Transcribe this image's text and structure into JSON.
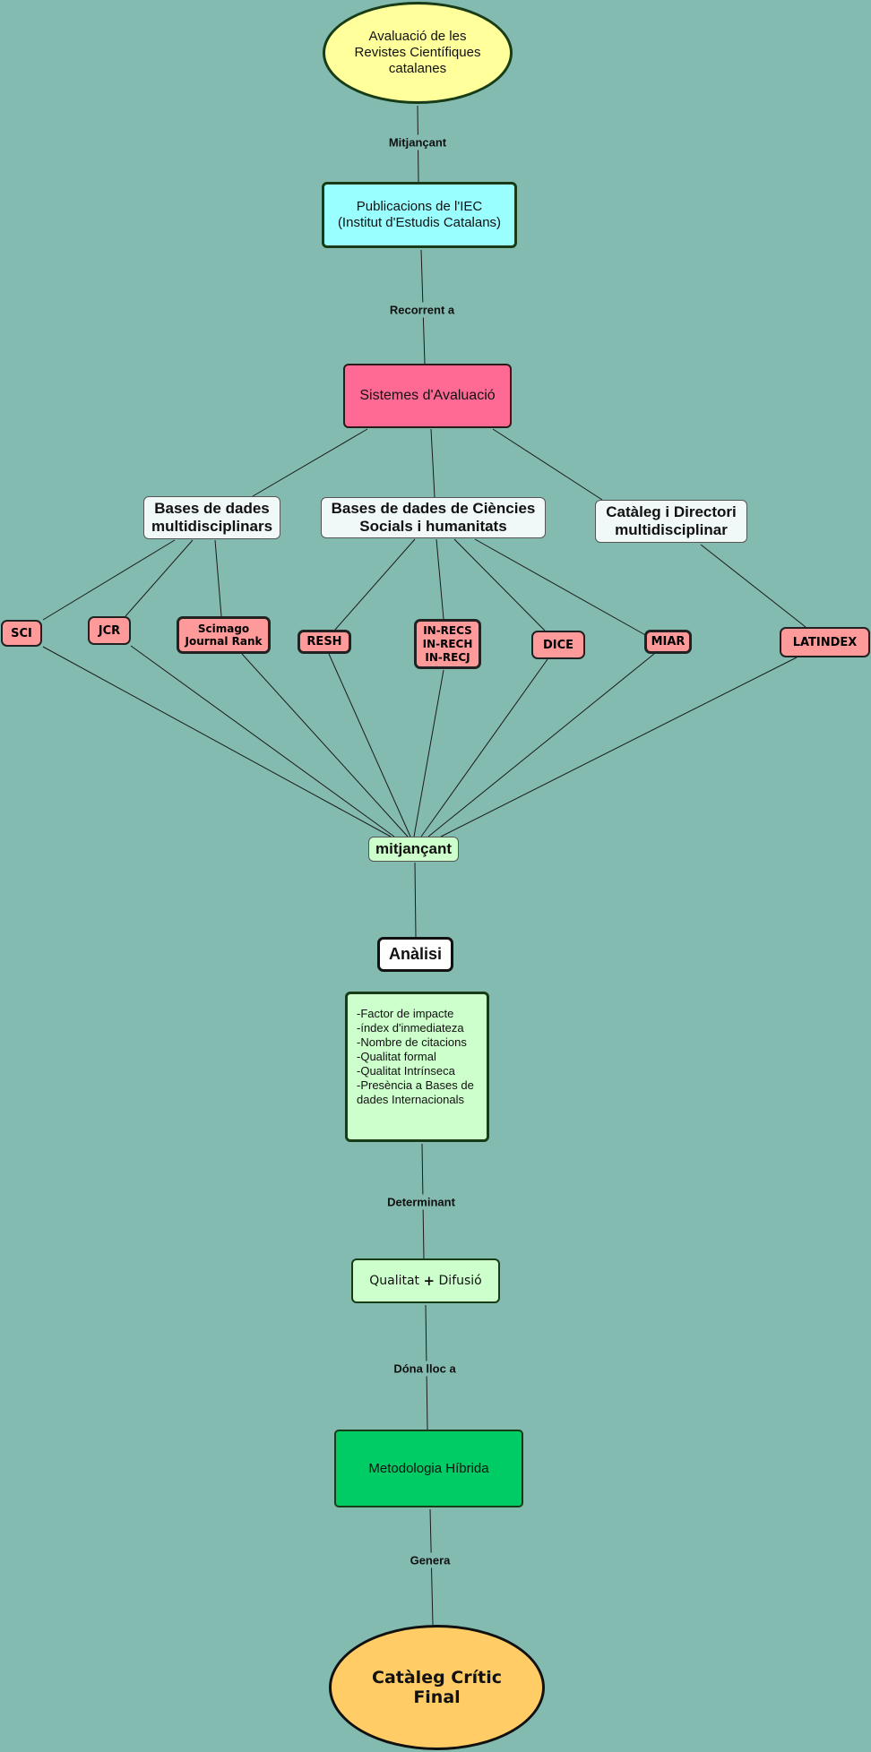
{
  "nodes": {
    "root": "Avaluació de les\nRevistes Científiques\ncatalanes",
    "iec": "Publicacions de l'IEC\n(Institut d'Estudis Catalans)",
    "sistemes": "Sistemes d'Avaluació",
    "multidisc": "Bases de dades\nmultidisciplinars",
    "socials": "Bases de dades de Ciències\nSocials i humanitats",
    "cataleg": "Catàleg i Directori\nmultidisciplinar",
    "sci": "SCI",
    "jcr": "JCR",
    "scimago": "Scimago\nJournal Rank",
    "resh": "RESH",
    "inrecs": "IN-RECS\nIN-RECH\nIN-RECJ",
    "dice": "DICE",
    "miar": "MIAR",
    "latindex": "LATINDEX",
    "mitjancant": "mitjançant",
    "analisi": "Anàlisi",
    "criteris": "-Factor de impacte\n-índex d'inmediateza\n-Nombre de citacions\n-Qualitat formal\n-Qualitat Intrínseca\n-Presència a Bases de\n dades Internacionals",
    "qualitat": "Qualitat",
    "plus": "+",
    "difusio": "Difusió",
    "metodologia": "Metodologia Híbrida",
    "final": "Catàleg Crític\nFinal"
  },
  "links": {
    "mitjancant": "Mitjançant",
    "recorrent": "Recorrent a",
    "determinant": "Determinant",
    "dona_lloc": "Dóna lloc a",
    "genera": "Genera"
  },
  "colors": {
    "background": "#83bbb0",
    "root": "#ffff9c",
    "iec": "#99ffff",
    "sistemes": "#ff6a95",
    "leaf": "#ff9a9a",
    "green_light": "#ccffcc",
    "metodologia": "#00cc66",
    "final": "#ffcc66"
  }
}
